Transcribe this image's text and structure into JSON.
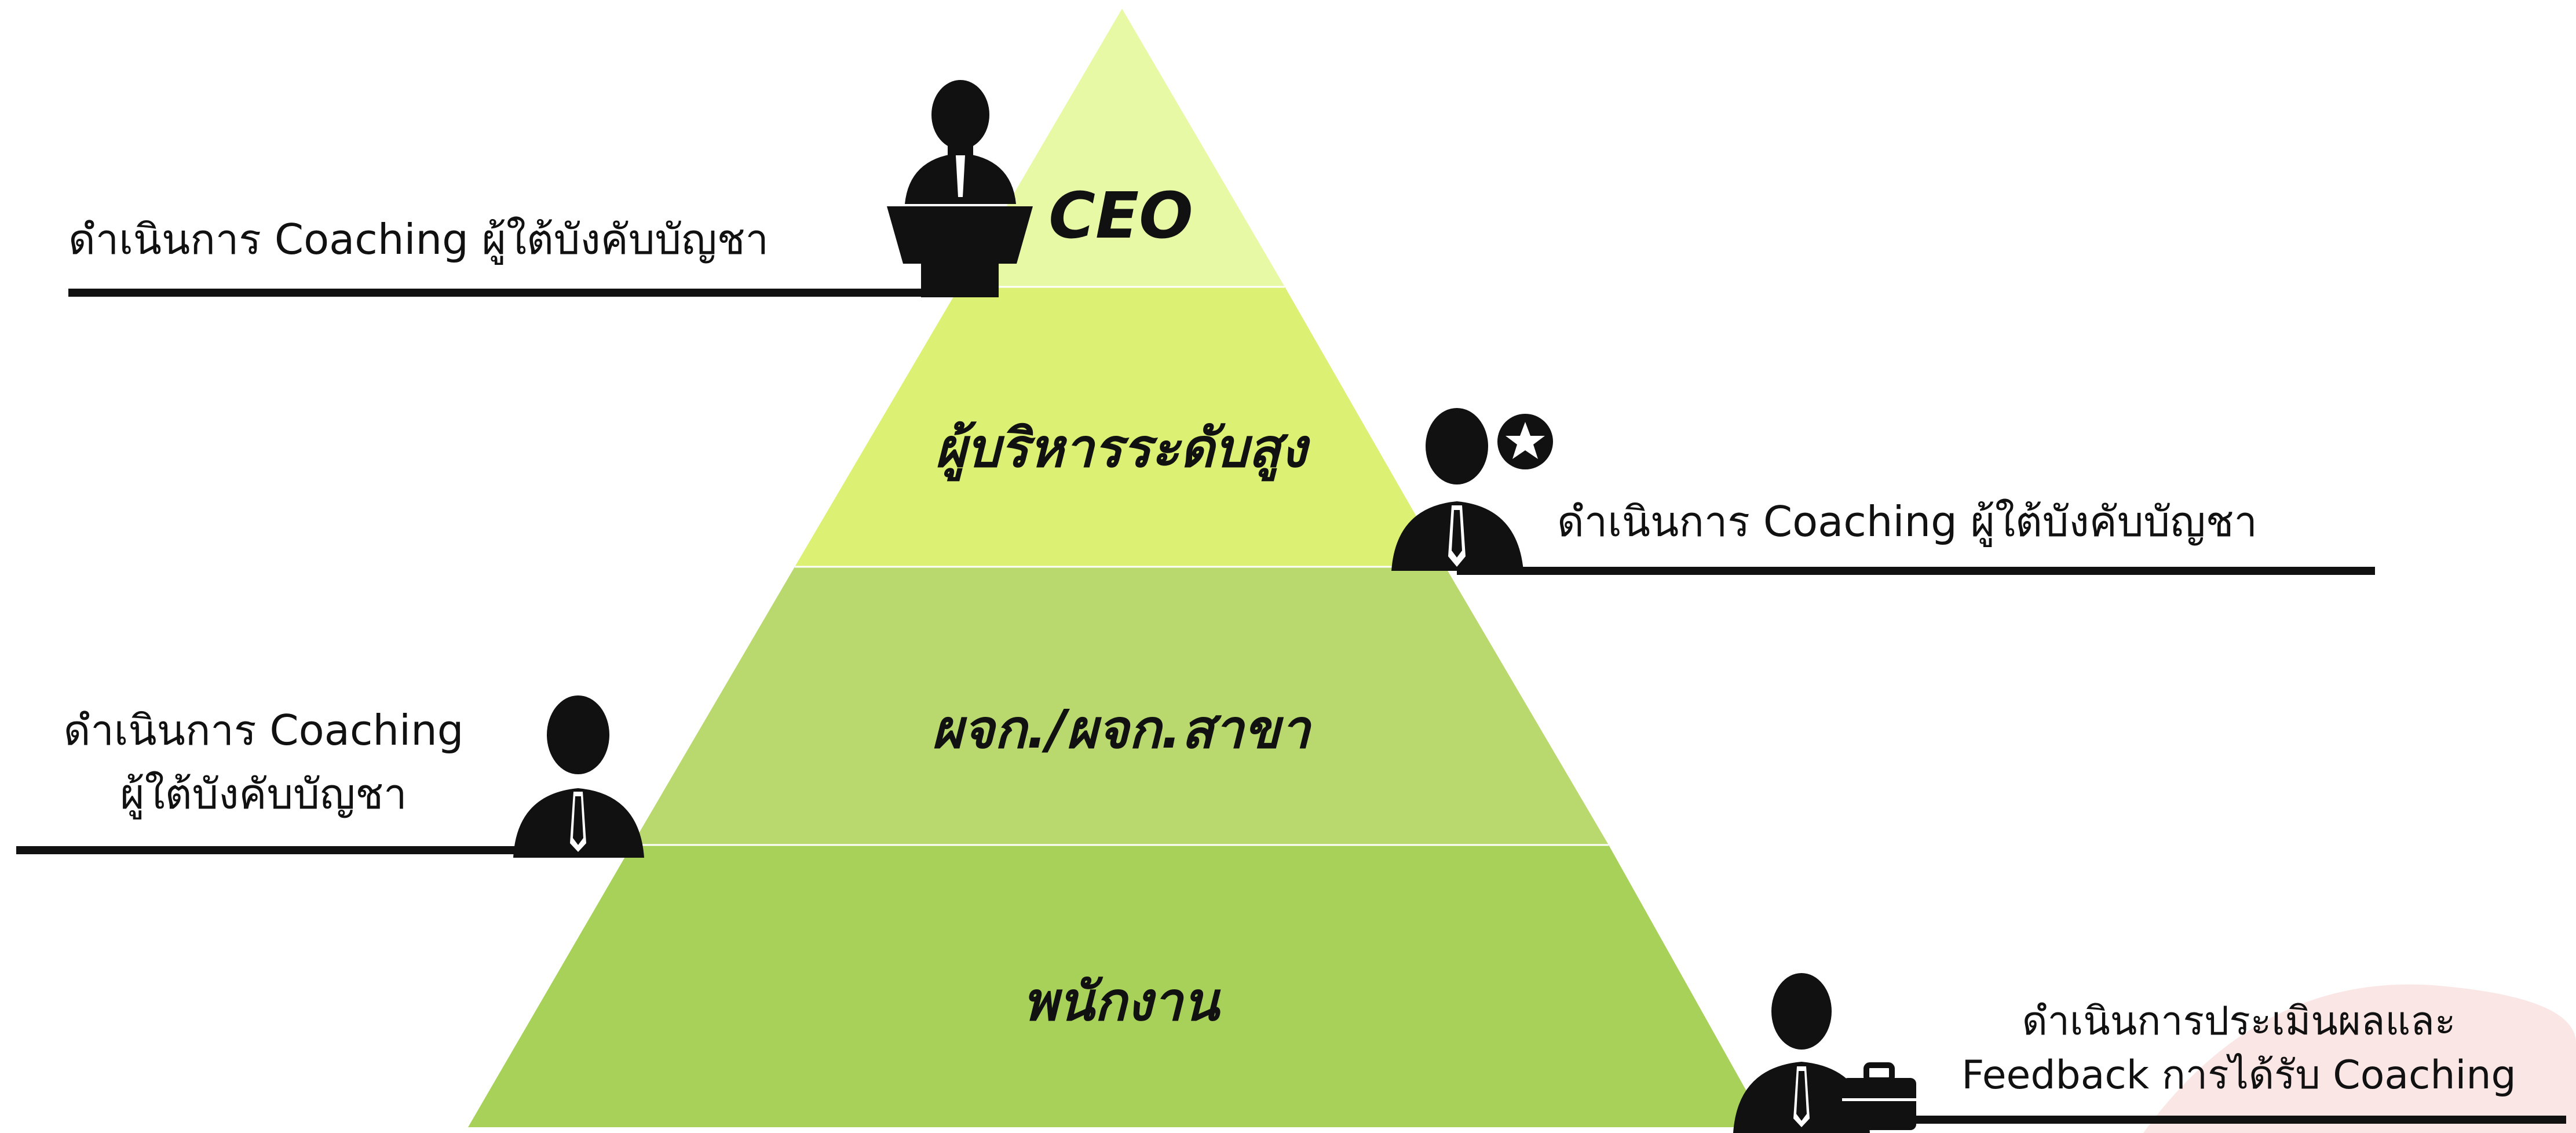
{
  "colors": {
    "tier1": "#e8f9a6",
    "tier2": "#dcf074",
    "tier3": "#b9d96e",
    "tier4": "#a8d159",
    "ink": "#111111",
    "accent_blob": "#fbe6e6"
  },
  "pyramid": {
    "tiers": [
      {
        "label": "CEO"
      },
      {
        "label": "ผู้บริหารระดับสูง"
      },
      {
        "label": "ผจก./ผจก.สาขา"
      },
      {
        "label": "พนักงาน"
      }
    ]
  },
  "annotations": {
    "ceo": {
      "lines": [
        "ดำเนินการ Coaching ผู้ใต้บังคับบัญชา"
      ],
      "icon": "podium-speaker-icon"
    },
    "senior": {
      "lines": [
        "ดำเนินการ Coaching ผู้ใต้บังคับบัญชา"
      ],
      "icon": "businessman-star-icon"
    },
    "manager": {
      "lines": [
        "ดำเนินการ Coaching",
        "ผู้ใต้บังคับบัญชา"
      ],
      "icon": "businessman-icon"
    },
    "staff": {
      "lines": [
        "ดำเนินการประเมินผลและ",
        "Feedback การได้รับ Coaching"
      ],
      "icon": "businessman-briefcase-icon"
    }
  }
}
